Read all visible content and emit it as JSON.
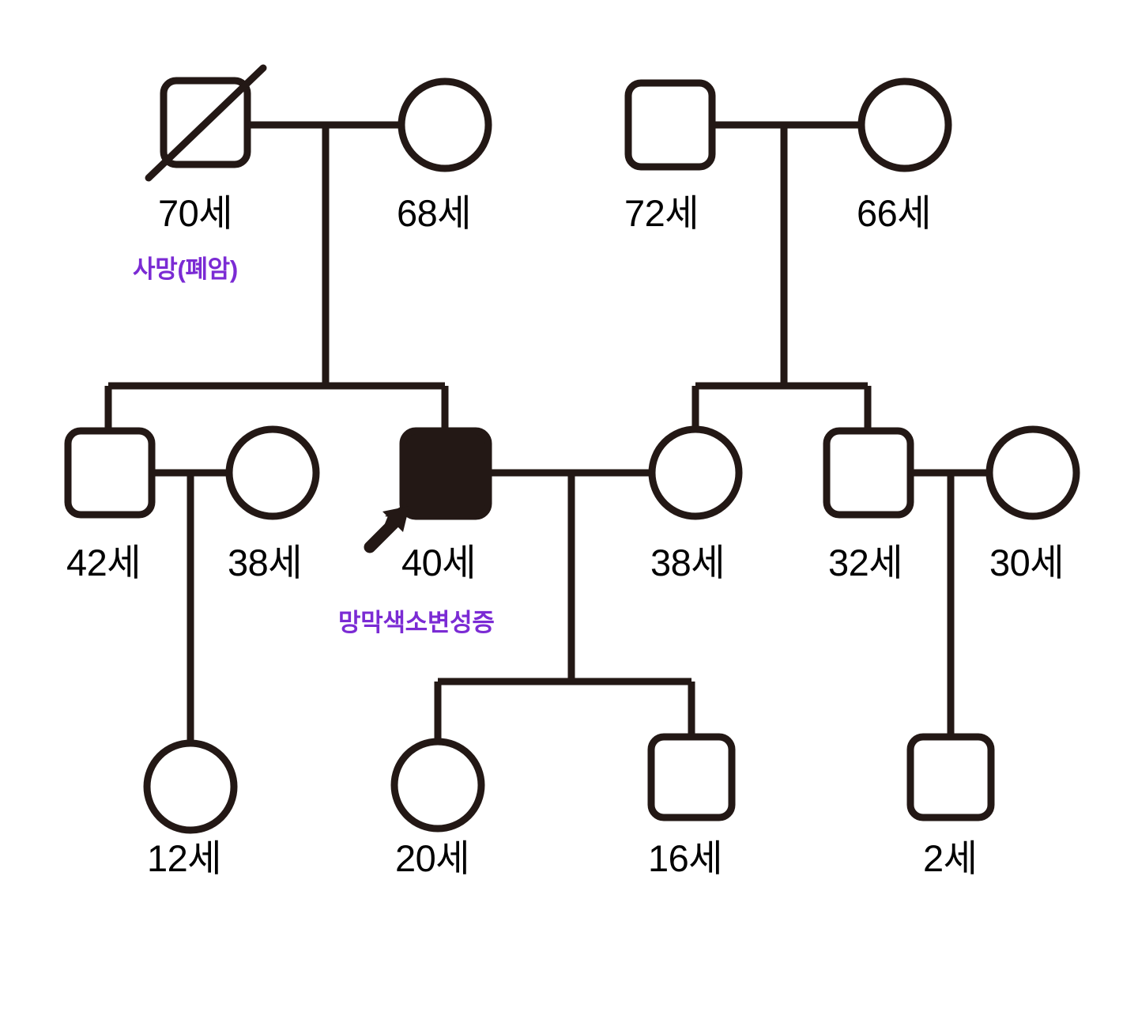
{
  "diagram": {
    "type": "pedigree-chart",
    "colors": {
      "symbol_stroke": "#231815",
      "connector": "#231815",
      "affected_fill": "#231815",
      "age_text": "#000000",
      "annotation_text": "#7B2BD4",
      "background": "#FFFFFF"
    },
    "generations": [
      {
        "id": "generation-1",
        "members": [
          {
            "id": "i-1",
            "shape": "square",
            "sex": "male",
            "status": "deceased",
            "affected": false,
            "age_label": "70세",
            "note": "사망(폐암)"
          },
          {
            "id": "i-2",
            "shape": "circle",
            "sex": "female",
            "status": "living",
            "affected": false,
            "age_label": "68세",
            "note": ""
          },
          {
            "id": "i-3",
            "shape": "square",
            "sex": "male",
            "status": "living",
            "affected": false,
            "age_label": "72세",
            "note": ""
          },
          {
            "id": "i-4",
            "shape": "circle",
            "sex": "female",
            "status": "living",
            "affected": false,
            "age_label": "66세",
            "note": ""
          }
        ]
      },
      {
        "id": "generation-2",
        "members": [
          {
            "id": "ii-1",
            "shape": "square",
            "sex": "male",
            "status": "living",
            "affected": false,
            "age_label": "42세",
            "note": ""
          },
          {
            "id": "ii-2",
            "shape": "circle",
            "sex": "female",
            "status": "living",
            "affected": false,
            "age_label": "38세",
            "note": ""
          },
          {
            "id": "ii-3",
            "shape": "square",
            "sex": "male",
            "status": "living",
            "affected": true,
            "proband": true,
            "age_label": "40세",
            "note": "망막색소변성증"
          },
          {
            "id": "ii-4",
            "shape": "circle",
            "sex": "female",
            "status": "living",
            "affected": false,
            "age_label": "38세",
            "note": ""
          },
          {
            "id": "ii-5",
            "shape": "square",
            "sex": "male",
            "status": "living",
            "affected": false,
            "age_label": "32세",
            "note": ""
          },
          {
            "id": "ii-6",
            "shape": "circle",
            "sex": "female",
            "status": "living",
            "affected": false,
            "age_label": "30세",
            "note": ""
          }
        ]
      },
      {
        "id": "generation-3",
        "members": [
          {
            "id": "iii-1",
            "shape": "circle",
            "sex": "female",
            "status": "living",
            "affected": false,
            "age_label": "12세",
            "note": ""
          },
          {
            "id": "iii-2",
            "shape": "circle",
            "sex": "female",
            "status": "living",
            "affected": false,
            "age_label": "20세",
            "note": ""
          },
          {
            "id": "iii-3",
            "shape": "square",
            "sex": "male",
            "status": "living",
            "affected": false,
            "age_label": "16세",
            "note": ""
          },
          {
            "id": "iii-4",
            "shape": "square",
            "sex": "male",
            "status": "living",
            "affected": false,
            "age_label": "2세",
            "note": ""
          }
        ]
      }
    ],
    "labels": {
      "age_70": "70세",
      "age_68": "68세",
      "age_72": "72세",
      "age_66": "66세",
      "age_42": "42세",
      "age_38_left": "38세",
      "age_40": "40세",
      "age_38_right": "38세",
      "age_32": "32세",
      "age_30": "30세",
      "age_12": "12세",
      "age_20": "20세",
      "age_16": "16세",
      "age_2": "2세"
    },
    "annotations": {
      "deceased_cause": "사망(폐암)",
      "proband_diagnosis": "망막색소변성증"
    }
  }
}
